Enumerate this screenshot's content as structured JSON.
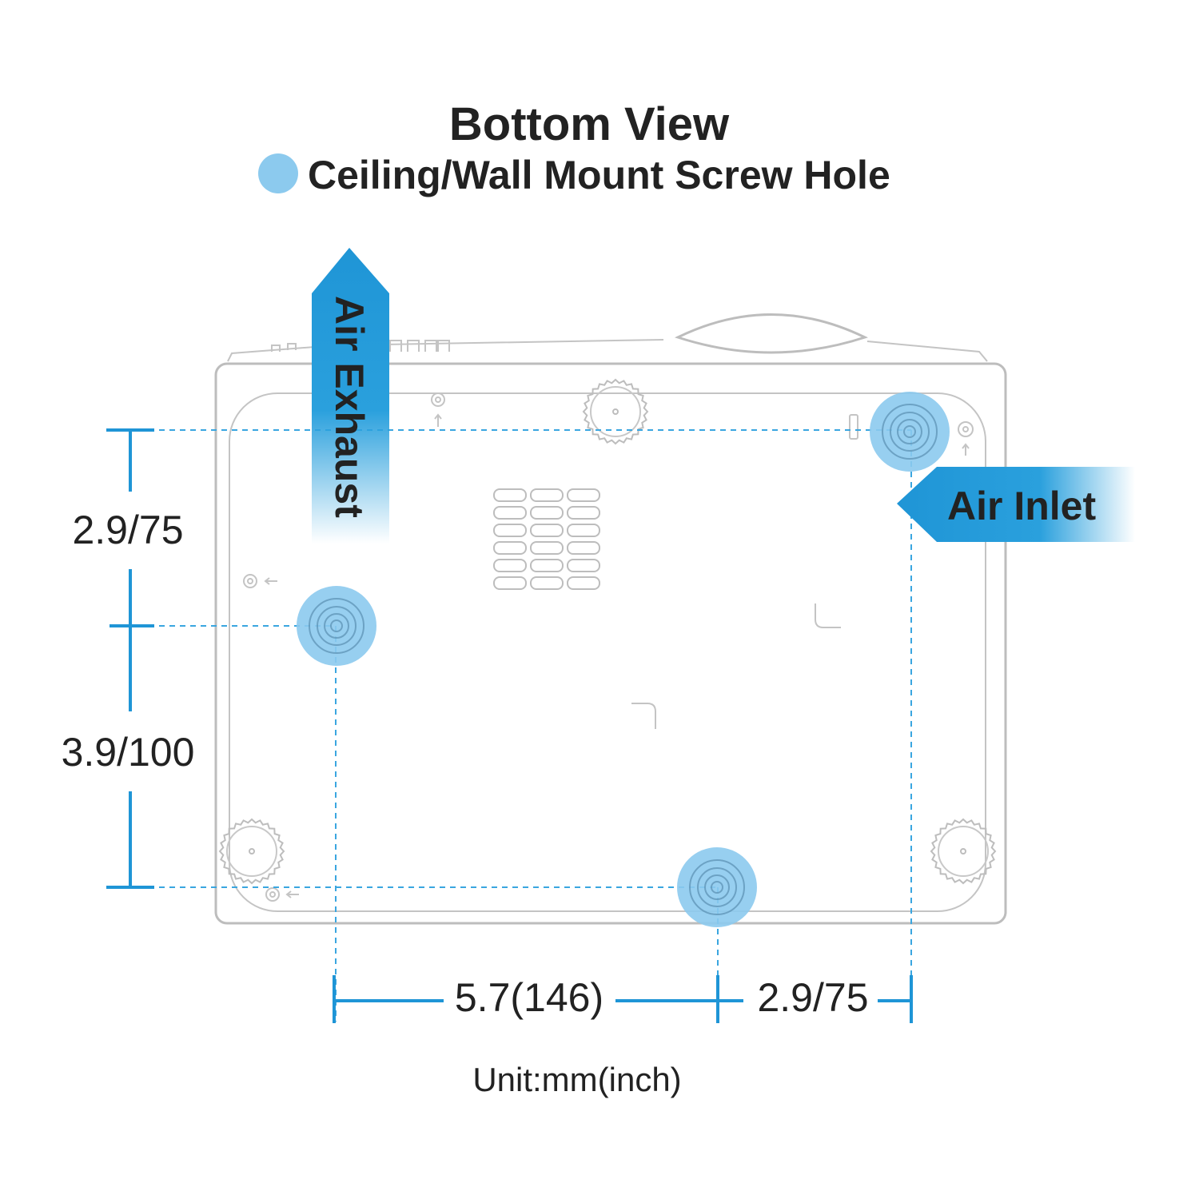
{
  "title": "Bottom View",
  "legend": {
    "label": "Ceiling/Wall Mount Screw Hole",
    "icon": "screw-hole-dot-icon"
  },
  "arrows": {
    "exhaust": "Air Exhaust",
    "inlet": "Air Inlet"
  },
  "dimensions": {
    "vertical_top": "2.9/75",
    "vertical_bottom": "3.9/100",
    "horizontal_left": "5.7(146)",
    "horizontal_right": "2.9/75"
  },
  "unit_note": "Unit:mm(inch)",
  "colors": {
    "accent": "#1f95d6",
    "screw_hole": "#8ccaee",
    "outline": "#bdbdbd",
    "text": "#222222"
  }
}
